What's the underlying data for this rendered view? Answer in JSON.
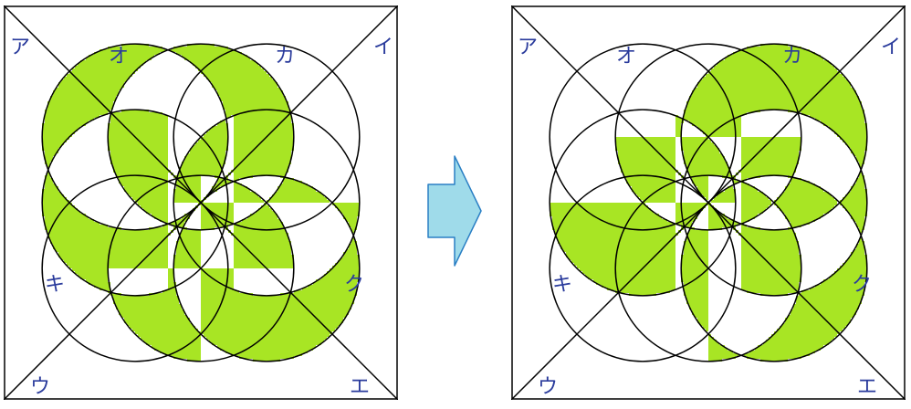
{
  "colors": {
    "fill": "#a8e524",
    "stroke": "#000000",
    "label": "#2a3b9c",
    "arrow_fill": "#9fdbea",
    "arrow_stroke": "#2a7fc4"
  },
  "icons": {
    "arrow": "right-arrow-icon"
  },
  "labels": {
    "a": "ア",
    "i": "イ",
    "u": "ウ",
    "e": "エ",
    "o": "オ",
    "ka": "カ",
    "ki": "キ",
    "ku": "ク"
  },
  "figures": [
    {
      "name": "before",
      "shaded": [
        "TL",
        "BR",
        "HL",
        "VU",
        "HR_B",
        "VD_B",
        "VD_R",
        "HL_C",
        "HR_C"
      ]
    },
    {
      "name": "after",
      "shaded": [
        "TR",
        "BR",
        "HR",
        "VD",
        "HL_B",
        "VU_B",
        "VD_L",
        "HL_C",
        "HR_C"
      ]
    }
  ]
}
